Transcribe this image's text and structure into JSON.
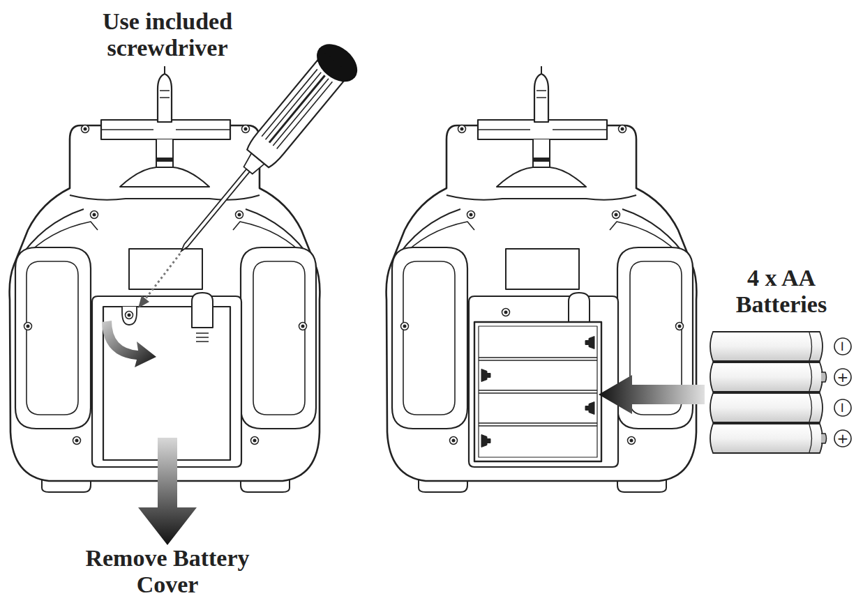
{
  "diagram": {
    "labels": [
      "Use included screwdriver",
      "Remove Battery Cover",
      "4 x AA Batteries",
      "−",
      "+",
      "−",
      "+"
    ]
  }
}
